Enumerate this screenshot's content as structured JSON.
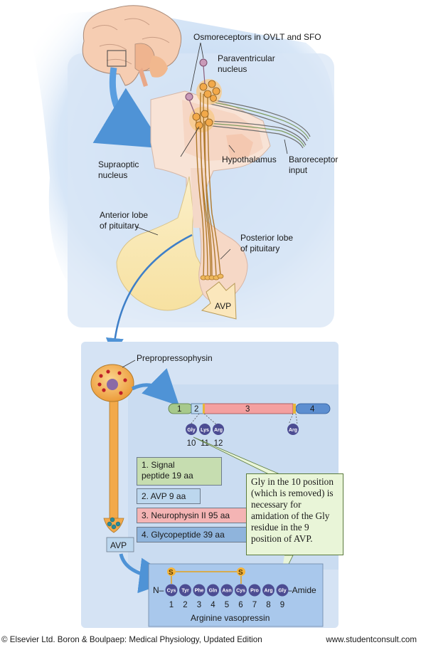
{
  "labels": {
    "osmoreceptors": "Osmoreceptors in OVLT and SFO",
    "paraventricular_1": "Paraventricular",
    "paraventricular_2": "nucleus",
    "supraoptic_1": "Supraoptic",
    "supraoptic_2": "nucleus",
    "hypothalamus": "Hypothalamus",
    "baroreceptor_1": "Baroreceptor",
    "baroreceptor_2": "input",
    "anterior_1": "Anterior lobe",
    "anterior_2": "of pituitary",
    "posterior_1": "Posterior lobe",
    "posterior_2": "of pituitary",
    "avp_arrow": "AVP",
    "prepropressophysin": "Prepropressophysin",
    "avp_granule": "AVP",
    "arginine_vasopressin": "Arginine vasopressin",
    "n_terminus": "N–",
    "amide": "–Amide",
    "sulfur": "S"
  },
  "precursor_segments": [
    "1",
    "2",
    "3",
    "4"
  ],
  "cleavage_residues": [
    "Gly",
    "Lys",
    "Arg"
  ],
  "cleavage_numbers": [
    "10",
    "11",
    "12"
  ],
  "c_terminal_residue": "Arg",
  "legend": [
    {
      "text_1": "1. Signal",
      "text_2": "peptide 19 aa",
      "color": "#c6ddb0"
    },
    {
      "text_1": "2. AVP 9 aa",
      "color": "#bcd7ee"
    },
    {
      "text_1": "3. Neurophysin II 95 aa",
      "color": "#f4b4b4"
    },
    {
      "text_1": "4. Glycopeptide 39 aa",
      "color": "#8fb4dc"
    }
  ],
  "callout": "Gly in the 10 position (which is removed) is necessary for amidation of the Gly residue in the 9 position of AVP.",
  "vasopressin_residues": [
    "Cys",
    "Tyr",
    "Phe",
    "Gln",
    "Asn",
    "Cys",
    "Pro",
    "Arg",
    "Gly"
  ],
  "vasopressin_numbers": [
    "1",
    "2",
    "3",
    "4",
    "5",
    "6",
    "7",
    "8",
    "9"
  ],
  "credit_left": "© Elsevier Ltd. Boron & Boulpaep: Medical Physiology, Updated Edition",
  "credit_right": "www.studentconsult.com",
  "colors": {
    "panel_blue": "#cfe0f3",
    "residue": "#5a5aa0",
    "neuron": "#f0a830",
    "arrow": "#5b9bd5"
  }
}
